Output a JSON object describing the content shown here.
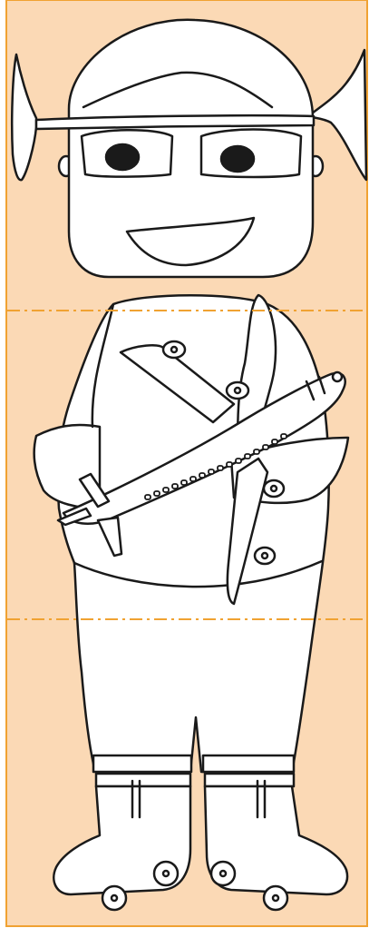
{
  "colors": {
    "background": "#fbd9b5",
    "border": "#f0a232",
    "outline": "#1a1a1a",
    "fill": "#ffffff",
    "fold_line": "#f0a232"
  },
  "figure": {
    "segments": [
      "head",
      "torso-with-airplane",
      "legs-with-roller-skates"
    ],
    "held_object": "airplane-icon",
    "footwear": "roller-skate-icon",
    "fold_lines": 2
  }
}
